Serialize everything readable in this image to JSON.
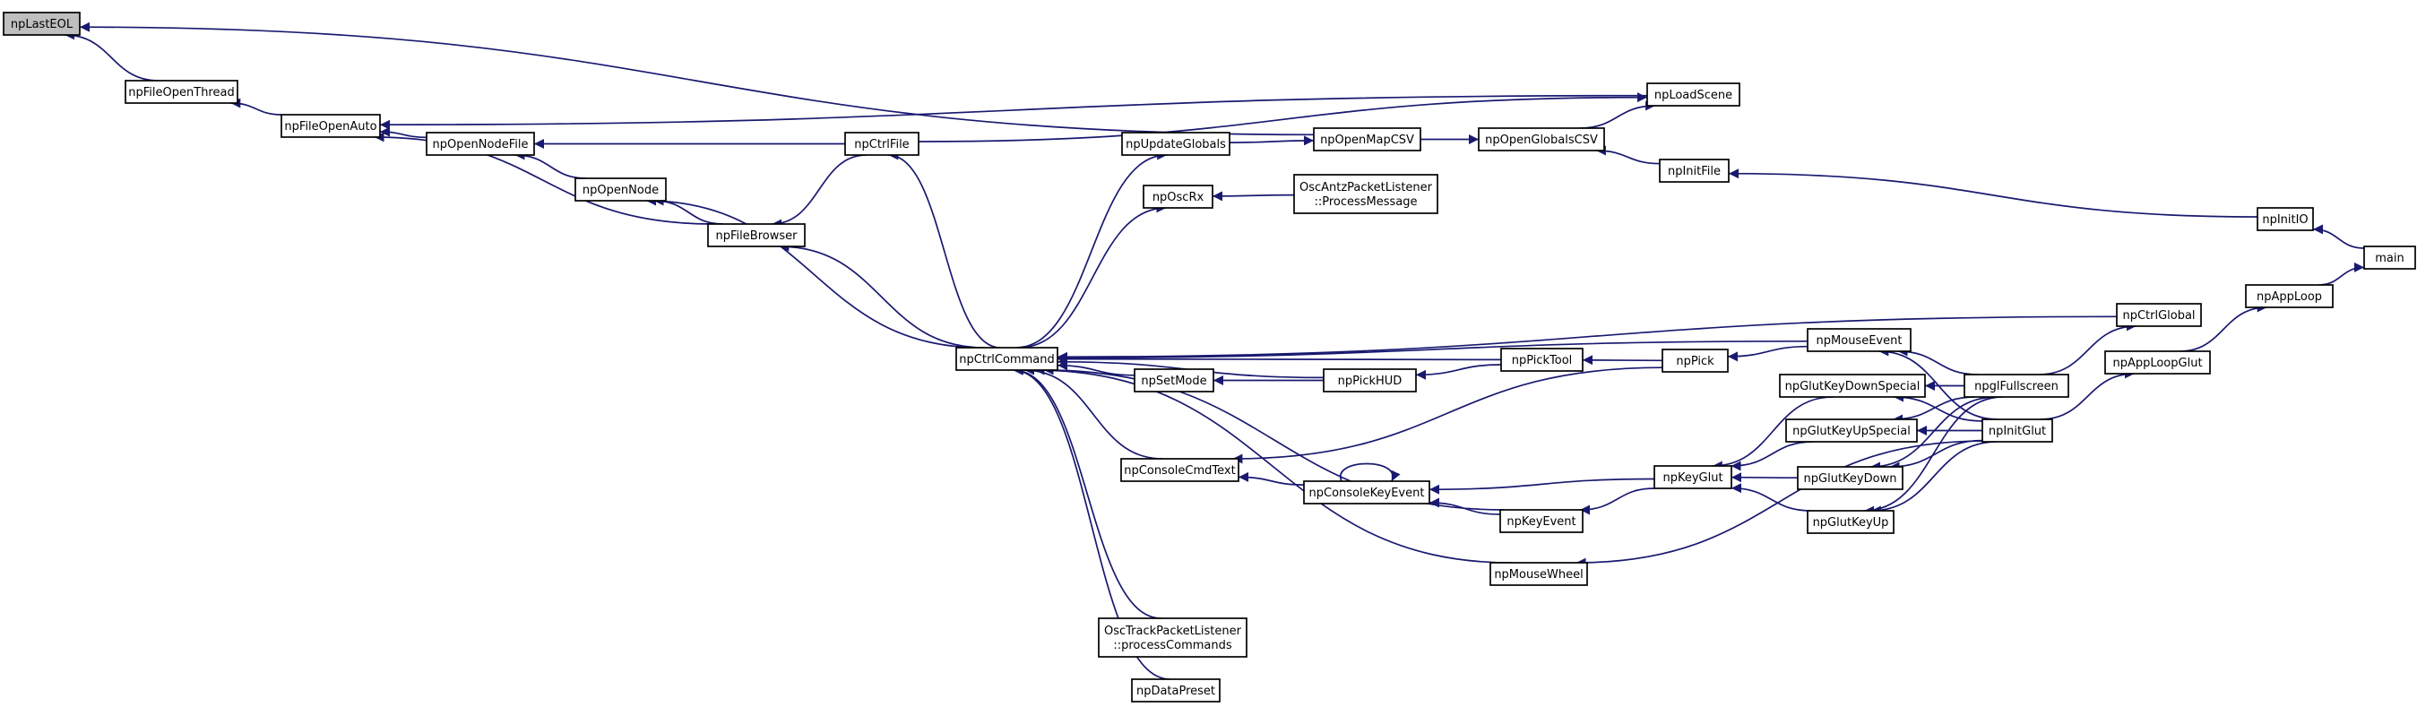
{
  "graph": {
    "root": "npLastEOL",
    "colors": {
      "edge": "#191970",
      "root_fill": "#bfbfbf",
      "node_fill": "#ffffff",
      "node_border": "#000000"
    },
    "nodes": [
      {
        "id": "npLastEOL",
        "lines": [
          "npLastEOL"
        ]
      },
      {
        "id": "npFileOpenThread",
        "lines": [
          "npFileOpenThread"
        ]
      },
      {
        "id": "npFileOpenAuto",
        "lines": [
          "npFileOpenAuto"
        ]
      },
      {
        "id": "npOpenNodeFile",
        "lines": [
          "npOpenNodeFile"
        ]
      },
      {
        "id": "npOpenNode",
        "lines": [
          "npOpenNode"
        ]
      },
      {
        "id": "npFileBrowser",
        "lines": [
          "npFileBrowser"
        ]
      },
      {
        "id": "npCtrlFile",
        "lines": [
          "npCtrlFile"
        ]
      },
      {
        "id": "npLoadScene",
        "lines": [
          "npLoadScene"
        ]
      },
      {
        "id": "npUpdateGlobals",
        "lines": [
          "npUpdateGlobals"
        ]
      },
      {
        "id": "npOpenMapCSV",
        "lines": [
          "npOpenMapCSV"
        ]
      },
      {
        "id": "npOpenGlobalsCSV",
        "lines": [
          "npOpenGlobalsCSV"
        ]
      },
      {
        "id": "npInitFile",
        "lines": [
          "npInitFile"
        ]
      },
      {
        "id": "npInitIO",
        "lines": [
          "npInitIO"
        ]
      },
      {
        "id": "main",
        "lines": [
          "main"
        ]
      },
      {
        "id": "npOscRx",
        "lines": [
          "npOscRx"
        ]
      },
      {
        "id": "OscAntzPacketListener",
        "lines": [
          "OscAntzPacketListener",
          "::ProcessMessage"
        ]
      },
      {
        "id": "npCtrlCommand",
        "lines": [
          "npCtrlCommand"
        ]
      },
      {
        "id": "npCtrlGlobal",
        "lines": [
          "npCtrlGlobal"
        ]
      },
      {
        "id": "npAppLoop",
        "lines": [
          "npAppLoop"
        ]
      },
      {
        "id": "npAppLoopGlut",
        "lines": [
          "npAppLoopGlut"
        ]
      },
      {
        "id": "npMouseEvent",
        "lines": [
          "npMouseEvent"
        ]
      },
      {
        "id": "npSetMode",
        "lines": [
          "npSetMode"
        ]
      },
      {
        "id": "npPickHUD",
        "lines": [
          "npPickHUD"
        ]
      },
      {
        "id": "npPickTool",
        "lines": [
          "npPickTool"
        ]
      },
      {
        "id": "npPick",
        "lines": [
          "npPick"
        ]
      },
      {
        "id": "npGlutKeyDownSpecial",
        "lines": [
          "npGlutKeyDownSpecial"
        ]
      },
      {
        "id": "npglFullscreen",
        "lines": [
          "npglFullscreen"
        ]
      },
      {
        "id": "npGlutKeyUpSpecial",
        "lines": [
          "npGlutKeyUpSpecial"
        ]
      },
      {
        "id": "npInitGlut",
        "lines": [
          "npInitGlut"
        ]
      },
      {
        "id": "npConsoleCmdText",
        "lines": [
          "npConsoleCmdText"
        ]
      },
      {
        "id": "npConsoleKeyEvent",
        "lines": [
          "npConsoleKeyEvent"
        ]
      },
      {
        "id": "npKeyGlut",
        "lines": [
          "npKeyGlut"
        ]
      },
      {
        "id": "npGlutKeyDown",
        "lines": [
          "npGlutKeyDown"
        ]
      },
      {
        "id": "npKeyEvent",
        "lines": [
          "npKeyEvent"
        ]
      },
      {
        "id": "npGlutKeyUp",
        "lines": [
          "npGlutKeyUp"
        ]
      },
      {
        "id": "npMouseWheel",
        "lines": [
          "npMouseWheel"
        ]
      },
      {
        "id": "OscTrackPacketListener",
        "lines": [
          "OscTrackPacketListener",
          "::processCommands"
        ]
      },
      {
        "id": "npDataPreset",
        "lines": [
          "npDataPreset"
        ]
      }
    ],
    "edges": [
      [
        "npFileOpenThread",
        "npLastEOL"
      ],
      [
        "npOpenMapCSV",
        "npLastEOL"
      ],
      [
        "npFileOpenAuto",
        "npFileOpenThread"
      ],
      [
        "npLoadScene",
        "npFileOpenAuto"
      ],
      [
        "npOpenNodeFile",
        "npFileOpenAuto"
      ],
      [
        "npFileBrowser",
        "npFileOpenAuto"
      ],
      [
        "npCtrlFile",
        "npOpenNodeFile"
      ],
      [
        "npOpenNode",
        "npOpenNodeFile"
      ],
      [
        "npFileBrowser",
        "npOpenNode"
      ],
      [
        "npCtrlCommand",
        "npOpenNode"
      ],
      [
        "npCtrlFile",
        "npFileBrowser"
      ],
      [
        "npCtrlCommand",
        "npFileBrowser"
      ],
      [
        "npCtrlFile",
        "npLoadScene"
      ],
      [
        "npOpenGlobalsCSV",
        "npLoadScene"
      ],
      [
        "npCtrlCommand",
        "npCtrlFile"
      ],
      [
        "npUpdateGlobals",
        "npOpenMapCSV"
      ],
      [
        "npOpenMapCSV",
        "npOpenGlobalsCSV"
      ],
      [
        "npInitFile",
        "npOpenGlobalsCSV"
      ],
      [
        "npInitIO",
        "npInitFile"
      ],
      [
        "main",
        "npInitIO"
      ],
      [
        "npCtrlCommand",
        "npUpdateGlobals"
      ],
      [
        "npCtrlCommand",
        "npOscRx"
      ],
      [
        "OscAntzPacketListener",
        "npOscRx"
      ],
      [
        "npCtrlGlobal",
        "npCtrlCommand"
      ],
      [
        "npMouseEvent",
        "npCtrlCommand"
      ],
      [
        "npSetMode",
        "npCtrlCommand"
      ],
      [
        "npPickTool",
        "npCtrlCommand"
      ],
      [
        "npPickHUD",
        "npCtrlCommand"
      ],
      [
        "npConsoleCmdText",
        "npCtrlCommand"
      ],
      [
        "npKeyEvent",
        "npCtrlCommand"
      ],
      [
        "npMouseWheel",
        "npCtrlCommand"
      ],
      [
        "OscTrackPacketListener",
        "npCtrlCommand"
      ],
      [
        "npDataPreset",
        "npCtrlCommand"
      ],
      [
        "npPickHUD",
        "npSetMode"
      ],
      [
        "npPickTool",
        "npPickHUD"
      ],
      [
        "npPick",
        "npPickTool"
      ],
      [
        "npMouseEvent",
        "npPick"
      ],
      [
        "npglFullscreen",
        "npMouseEvent"
      ],
      [
        "npInitGlut",
        "npMouseEvent"
      ],
      [
        "npglFullscreen",
        "npCtrlGlobal"
      ],
      [
        "npAppLoop",
        "main"
      ],
      [
        "npAppLoopGlut",
        "npAppLoop"
      ],
      [
        "npInitGlut",
        "npAppLoopGlut"
      ],
      [
        "npPick",
        "npConsoleCmdText"
      ],
      [
        "npConsoleKeyEvent",
        "npConsoleCmdText"
      ],
      [
        "npConsoleKeyEvent",
        "npConsoleKeyEvent"
      ],
      [
        "npKeyGlut",
        "npConsoleKeyEvent"
      ],
      [
        "npKeyEvent",
        "npConsoleKeyEvent"
      ],
      [
        "npKeyGlut",
        "npKeyEvent"
      ],
      [
        "npGlutKeyDownSpecial",
        "npKeyGlut"
      ],
      [
        "npGlutKeyUpSpecial",
        "npKeyGlut"
      ],
      [
        "npGlutKeyDown",
        "npKeyGlut"
      ],
      [
        "npGlutKeyUp",
        "npKeyGlut"
      ],
      [
        "npglFullscreen",
        "npGlutKeyDownSpecial"
      ],
      [
        "npInitGlut",
        "npGlutKeyDownSpecial"
      ],
      [
        "npglFullscreen",
        "npGlutKeyUpSpecial"
      ],
      [
        "npInitGlut",
        "npGlutKeyUpSpecial"
      ],
      [
        "npglFullscreen",
        "npGlutKeyDown"
      ],
      [
        "npInitGlut",
        "npGlutKeyDown"
      ],
      [
        "npglFullscreen",
        "npGlutKeyUp"
      ],
      [
        "npInitGlut",
        "npGlutKeyUp"
      ],
      [
        "npInitGlut",
        "npMouseWheel"
      ]
    ]
  }
}
